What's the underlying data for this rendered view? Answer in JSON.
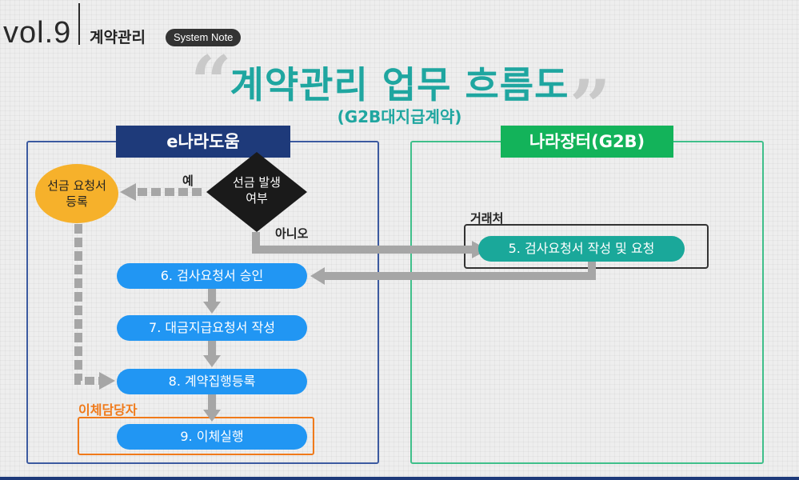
{
  "header": {
    "volume": "vol.9",
    "category": "계약관리",
    "badge": "System Note"
  },
  "title": {
    "main": "계약관리 업무 흐름도",
    "sub": "(G2B대지급계약)"
  },
  "panels": {
    "left_tab": "e나라도움",
    "right_tab": "나라장터(G2B)"
  },
  "nodes": {
    "advance_register_line1": "선금 요청서",
    "advance_register_line2": "등록",
    "decision_line1": "선금 발생",
    "decision_line2": "여부",
    "step5": "5. 검사요청서 작성 및 요청",
    "step6": "6. 검사요청서 승인",
    "step7": "7. 대금지급요청서 작성",
    "step8": "8. 계약집행등록",
    "step9": "9. 이체실행"
  },
  "labels": {
    "yes": "예",
    "no": "아니오",
    "client": "거래처",
    "transfer_owner": "이체담당자"
  },
  "colors": {
    "teal": "#1fa6a0",
    "navy": "#1e3a7a",
    "green": "#13b35a",
    "blue": "#2196f3",
    "orange": "#f07a1a",
    "yellow": "#f6b12b",
    "arrow_gray": "#a6a6a6"
  }
}
